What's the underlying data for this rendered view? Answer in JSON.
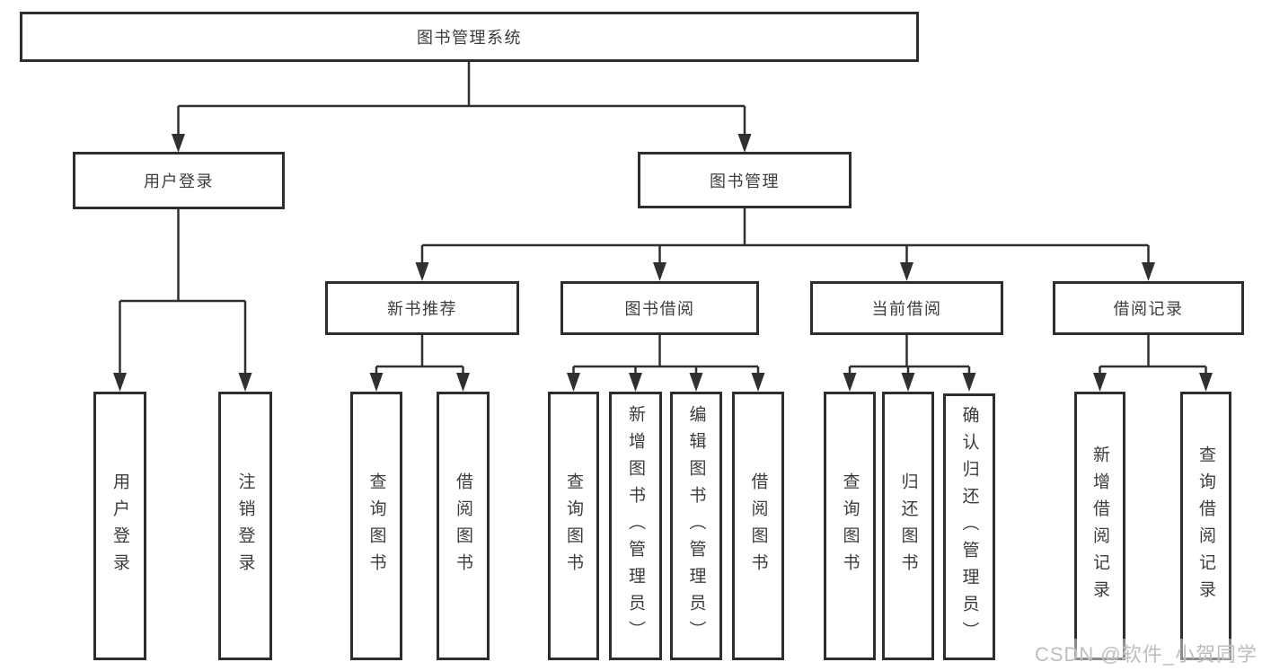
{
  "diagram": {
    "root": "图书管理系统",
    "branches": [
      {
        "label": "用户登录",
        "children": [
          "用户登录",
          "注销登录"
        ]
      },
      {
        "label": "图书管理",
        "sections": [
          {
            "label": "新书推荐",
            "children": [
              "查询图书",
              "借阅图书"
            ]
          },
          {
            "label": "图书借阅",
            "children": [
              "查询图书",
              "新增图书（管理员）",
              "编辑图书（管理员）",
              "借阅图书"
            ]
          },
          {
            "label": "当前借阅",
            "children": [
              "查询图书",
              "归还图书",
              "确认归还（管理员）"
            ]
          },
          {
            "label": "借阅记录",
            "children": [
              "新增借阅记录",
              "查询借阅记录"
            ]
          }
        ]
      }
    ]
  },
  "watermark": "CSDN @软件_小贺同学",
  "colors": {
    "line": "#303030",
    "box_border": "#2d2d2d",
    "text": "#3c3c3c",
    "background": "#ffffff",
    "watermark": "#bababa"
  }
}
